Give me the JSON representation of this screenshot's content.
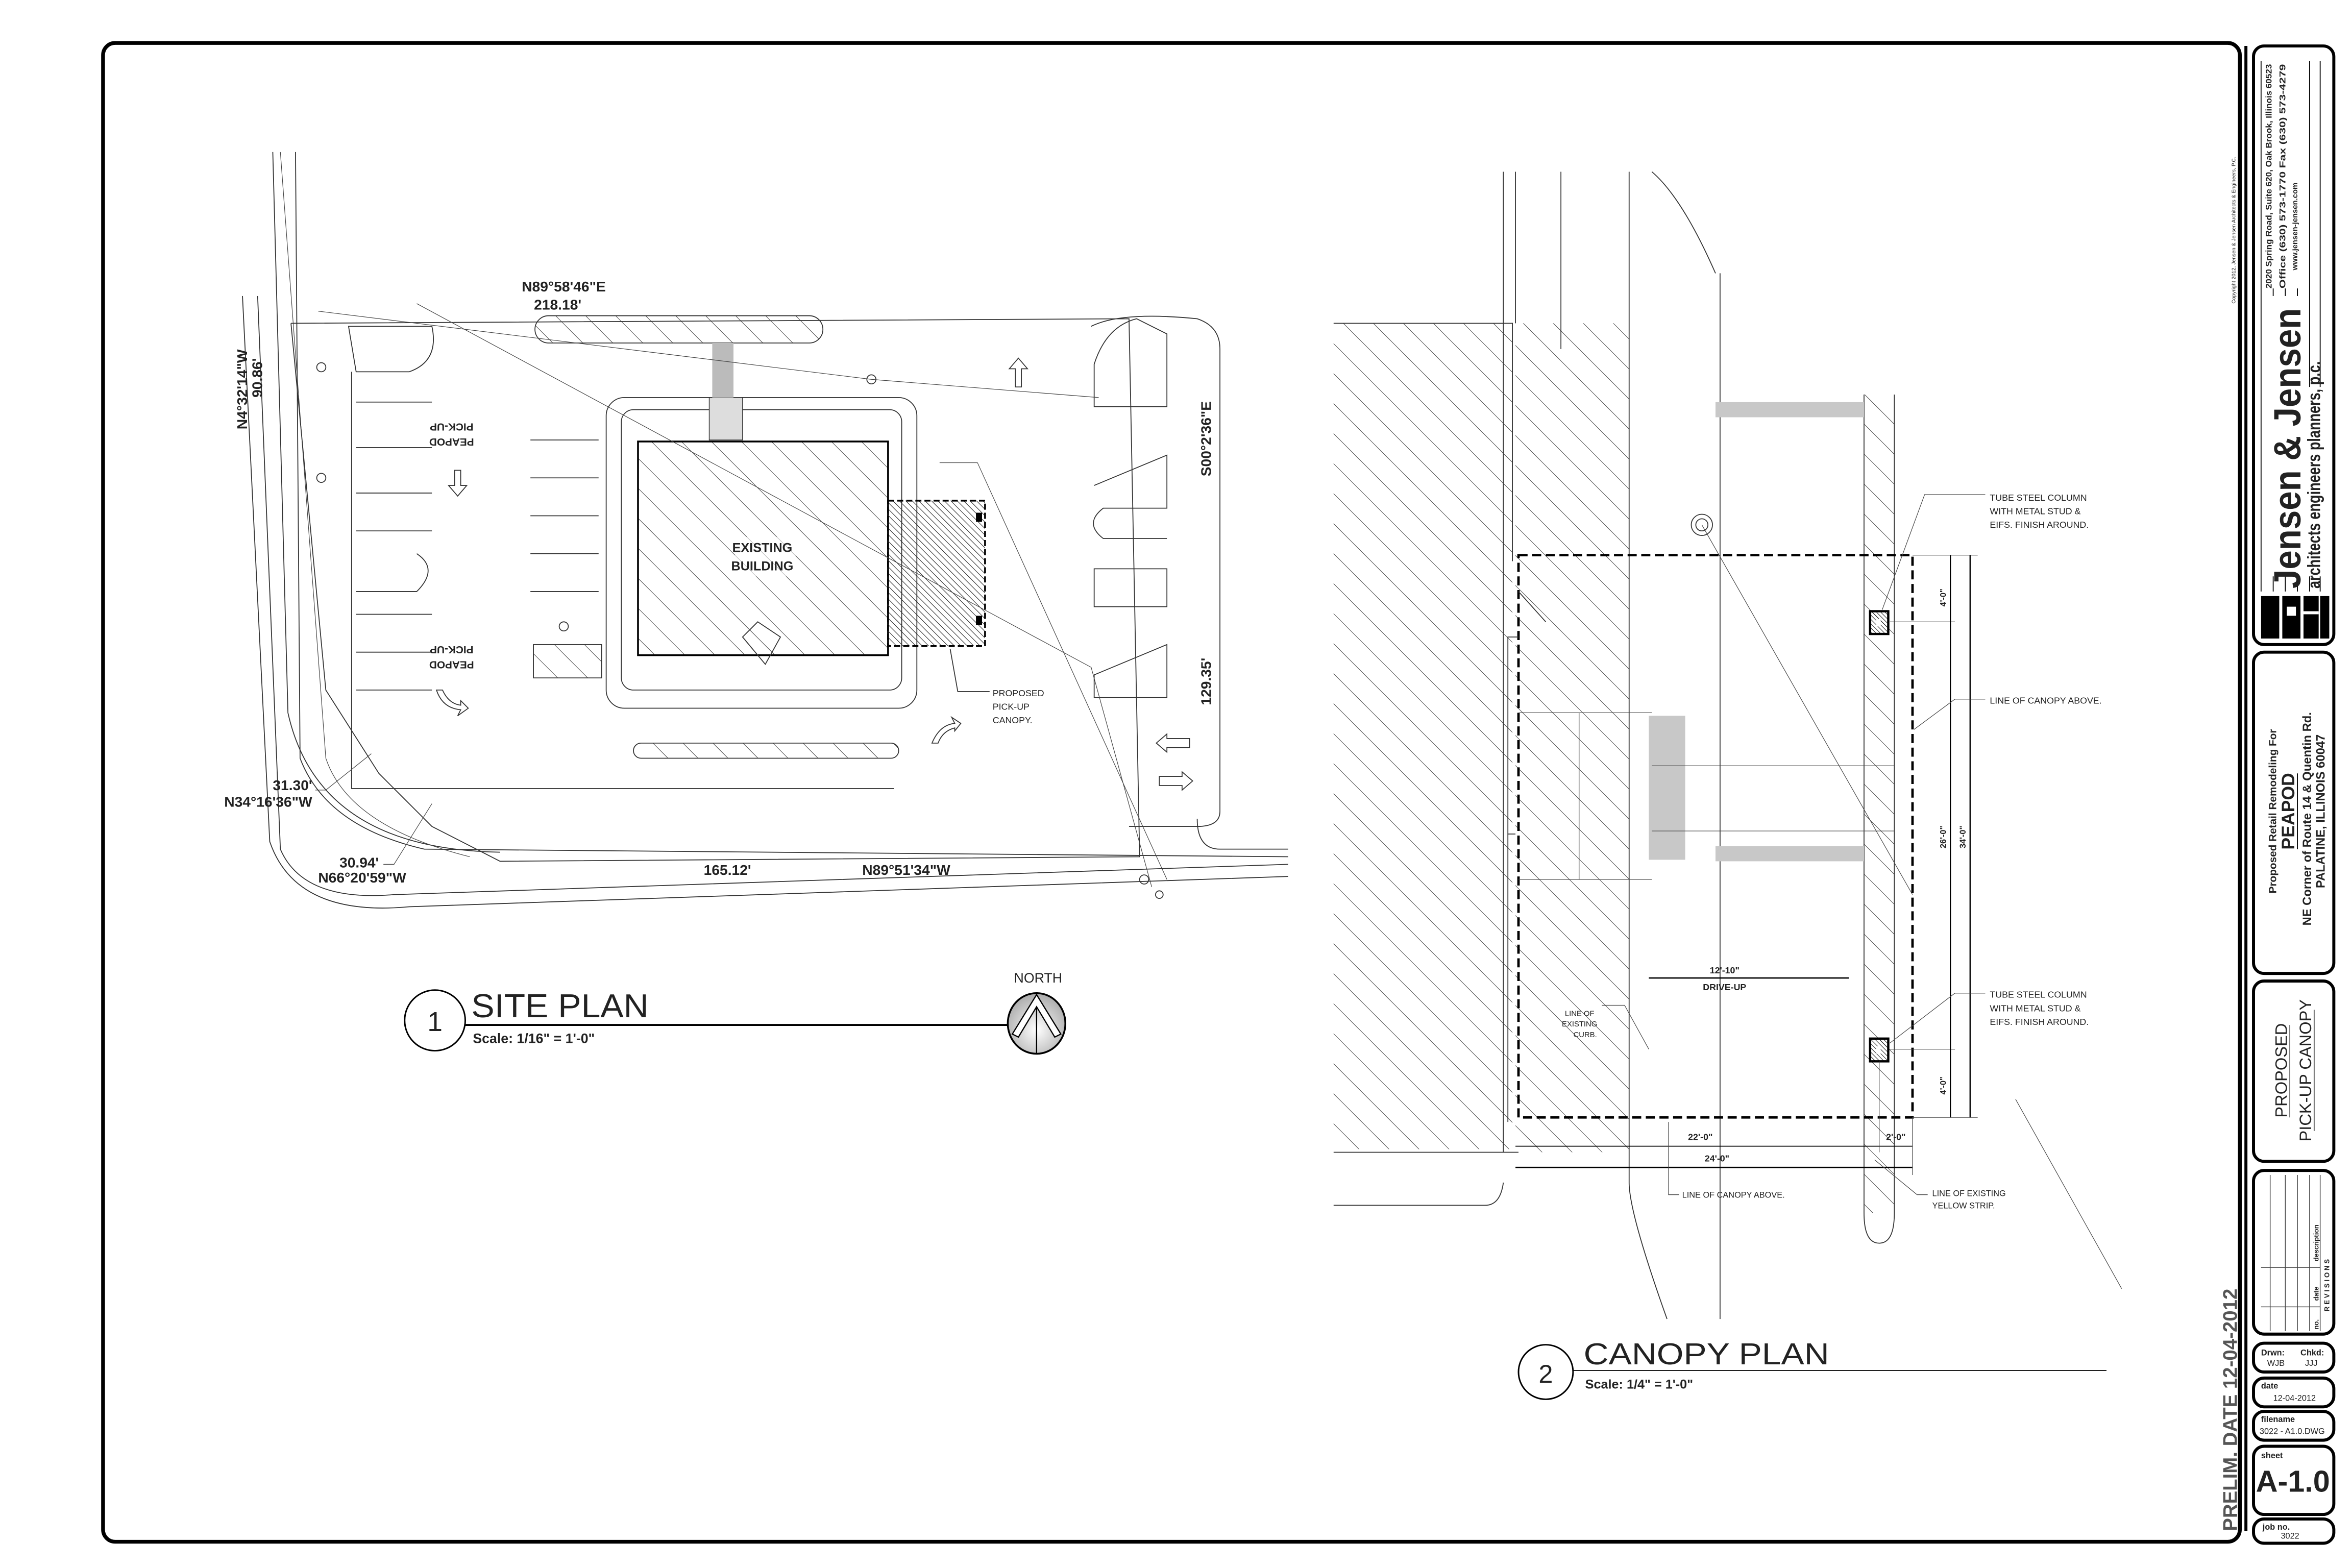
{
  "site_plan": {
    "number": "1",
    "title": "SITE PLAN",
    "scale": "Scale: 1/16\" = 1'-0\"",
    "north_label": "NORTH",
    "labels": {
      "north_bearing": "N89°58'46\"E",
      "north_distance": "218.18'",
      "west_bearing": "N4°32'14\"W",
      "west_distance": "90.86'",
      "east_bearing": "S00°2'36\"E",
      "east_distance": "129.35'",
      "sw1_distance": "31.30'",
      "sw1_bearing": "N34°16'36\"W",
      "sw2_distance": "30.94'",
      "sw2_bearing": "N66°20'59\"W",
      "south_distance": "165.12'",
      "south_bearing": "N89°51'34\"W",
      "peapod_1": "PEAPOD",
      "pickup_1": "PICK-UP",
      "peapod_2": "PEAPOD",
      "pickup_2": "PICK-UP",
      "building_1": "EXISTING",
      "building_2": "BUILDING",
      "canopy_note": [
        "PROPOSED",
        "PICK-UP",
        "CANOPY."
      ]
    }
  },
  "canopy_plan": {
    "number": "2",
    "title": "CANOPY PLAN",
    "scale": "Scale: 1/4\" = 1'-0\"",
    "column_note": [
      "TUBE STEEL COLUMN",
      "WITH METAL STUD &",
      "EIFS. FINISH AROUND."
    ],
    "canopy_line_note": "LINE OF CANOPY ABOVE.",
    "canopy_line_note_bottom": "LINE OF CANOPY ABOVE.",
    "curb_note": [
      "LINE OF",
      "EXISTING",
      "CURB."
    ],
    "yellow_strip_note": [
      "LINE OF EXISTING",
      "YELLOW STRIP."
    ],
    "dimensions": {
      "top_offset": "4'-0\"",
      "column_spacing": "26'-0\"",
      "overall_depth": "34'-0\"",
      "bottom_offset": "4'-0\"",
      "drive_up_width": "12'-10\"",
      "drive_up_label": "DRIVE-UP",
      "width_a": "22'-0\"",
      "width_b": "2'-0\"",
      "overall_width": "24'-0\""
    }
  },
  "title_block": {
    "copyright": "Copyright 2012, Jensen & Jensen Architects & Engineers, P.C.",
    "firm_name": "Jensen & Jensen",
    "firm_disciplines": "architects   engineers   planners, p.c.",
    "address": "2020 Spring Road, Suite 620, Oak Brook, Illinois 60523",
    "phone": "Office (630) 573-1770   Fax (630) 573-4279",
    "website": "www.jensen-jensen.com",
    "project_intro": "Proposed Retail Remodeling For",
    "project_name": "PEAPOD",
    "project_location": "NE Corner of Route 14 & Quentin Rd.",
    "project_city": "PALATINE, ILLINOIS 60047",
    "drawing_title_1": "PROPOSED",
    "drawing_title_2": "PICK-UP CANOPY",
    "revisions_label": "R E V I S I O N S",
    "rev_no": "no.",
    "rev_date": "date",
    "rev_description": "description",
    "drawn_label": "Drwn:",
    "drawn_value": "WJB",
    "checked_label": "Chkd:",
    "checked_value": "JJJ",
    "date_label": "date",
    "date_value": "12-04-2012",
    "filename_label": "filename",
    "filename_value": "3022 - A1.0.DWG",
    "sheet_label": "sheet",
    "sheet_value": "A-1.0",
    "job_label": "job no.",
    "job_value": "3022",
    "prelim": "PRELIM. DATE 12-04-2012"
  },
  "colors": {
    "ink": "#000000",
    "light_fill": "#c8c8c8"
  }
}
